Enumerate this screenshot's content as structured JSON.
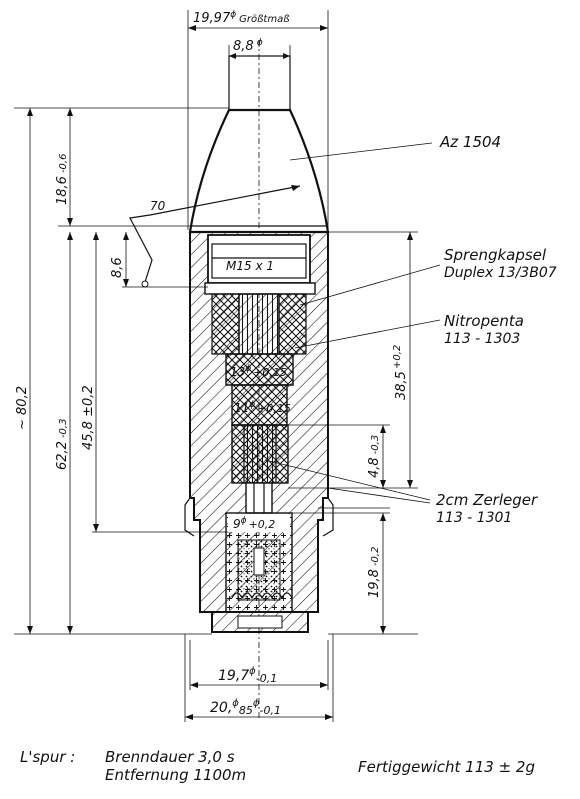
{
  "top_dimensions": {
    "overall_diameter": "19,97",
    "overall_diameter_symbol": "ϕ",
    "overall_diameter_note": "Größtmaß",
    "nose_diameter": "8,8",
    "nose_diameter_symbol": "ϕ"
  },
  "vertical_dimensions": {
    "total_length": "~ 80,2",
    "nose_length": "18,6",
    "nose_length_tol": "-0,6",
    "body_length": "62,2",
    "body_length_tol": "-0,3",
    "cavity_depth": "45,8 ±0,2",
    "thread_depth": "8,6",
    "cavity_right": "38,5",
    "cavity_right_tol": "+0,2",
    "tracer_step": "4,8",
    "tracer_step_tol": "-0,3",
    "tracer_length": "19,8",
    "tracer_length_tol": "-0,2"
  },
  "angle": {
    "value": "70"
  },
  "inner_dimensions": {
    "thread": "M15 x 1",
    "bore_1": "13",
    "bore_1_tol": "+0,15",
    "bore_2": "11",
    "bore_2_tol": "+0,15",
    "tracer_bore": "9",
    "tracer_bore_tol": "+0,2"
  },
  "bottom_dimensions": {
    "band_dia": "19,7",
    "band_dia_tol": "-0,1",
    "rim_dia_a": "20,",
    "rim_dia_b": "85",
    "rim_dia_tol": "-0,1",
    "symbol": "ϕ"
  },
  "callouts": {
    "fuze": "Az 1504",
    "detonator_1": "Sprengkapsel",
    "detonator_2": "Duplex 13/3B07",
    "explosive_1": "Nitropenta",
    "explosive_2": "113 - 1303",
    "destructor_1": "2cm Zerleger",
    "destructor_2": "113 - 1301"
  },
  "footer": {
    "tracer_label": "L'spur :",
    "burn_time": "Brenndauer 3,0 s",
    "distance": "Entfernung 1100m",
    "weight": "Fertiggewicht 113 ± 2g"
  }
}
